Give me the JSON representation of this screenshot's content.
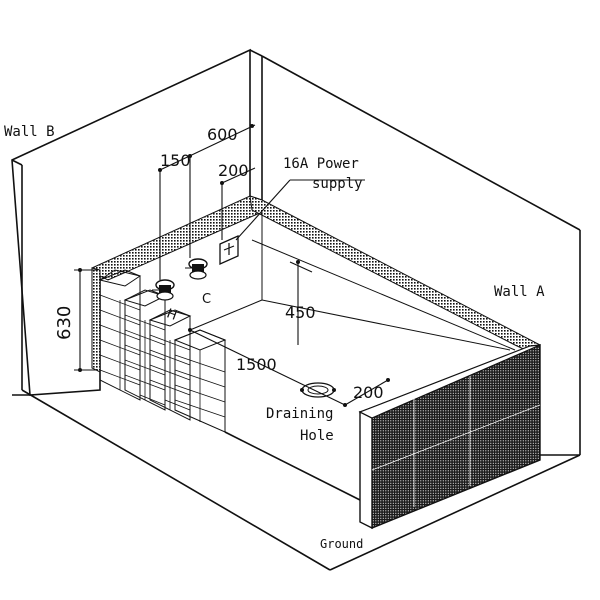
{
  "labels": {
    "wall_b": "Wall B",
    "wall_a": "Wall A",
    "ground": "Ground",
    "power_line1": "16A Power",
    "power_line2": "supply",
    "draining_line1": "Draining",
    "draining_line2": "Hole",
    "tap_hot": "H",
    "tap_cold": "C"
  },
  "dimensions": {
    "d_600": "600",
    "d_150": "150",
    "d_200_top": "200",
    "d_630": "630",
    "d_450": "450",
    "d_1500": "1500",
    "d_200_bottom": "200"
  },
  "colors": {
    "line": "#111111",
    "tile": "#111111",
    "background": "#ffffff"
  }
}
